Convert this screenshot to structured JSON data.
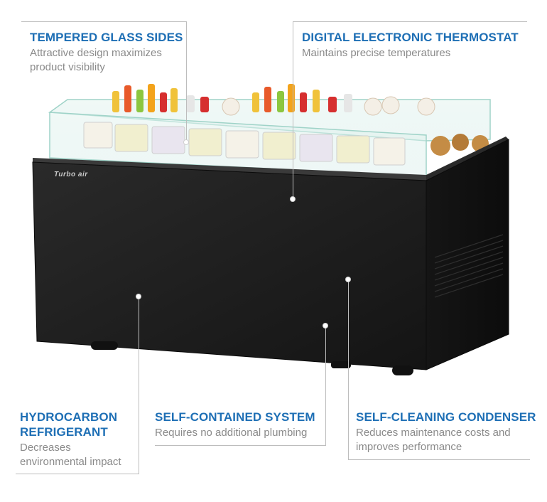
{
  "product": {
    "brand_logo": "Turbo air"
  },
  "callouts": {
    "glass": {
      "title": "TEMPERED GLASS SIDES",
      "desc_lines": [
        "Attractive design maximizes",
        "product visibility"
      ]
    },
    "thermostat": {
      "title": "DIGITAL ELECTRONIC THERMOSTAT",
      "desc_lines": [
        "Maintains precise temperatures"
      ]
    },
    "hydrocarbon": {
      "title_lines": [
        "HYDROCARBON",
        "REFRIGERANT"
      ],
      "desc_lines": [
        "Decreases",
        "environmental impact"
      ]
    },
    "self_contained": {
      "title": "SELF-CONTAINED SYSTEM",
      "desc_lines": [
        "Requires no additional plumbing"
      ]
    },
    "condenser": {
      "title": "SELF-CLEANING CONDENSER",
      "desc_lines": [
        "Reduces maintenance costs and",
        "improves performance"
      ]
    }
  },
  "colors": {
    "title_blue": "#1e6fb5",
    "desc_gray": "#8a8a8a",
    "cabinet": "#1c1c1c"
  }
}
